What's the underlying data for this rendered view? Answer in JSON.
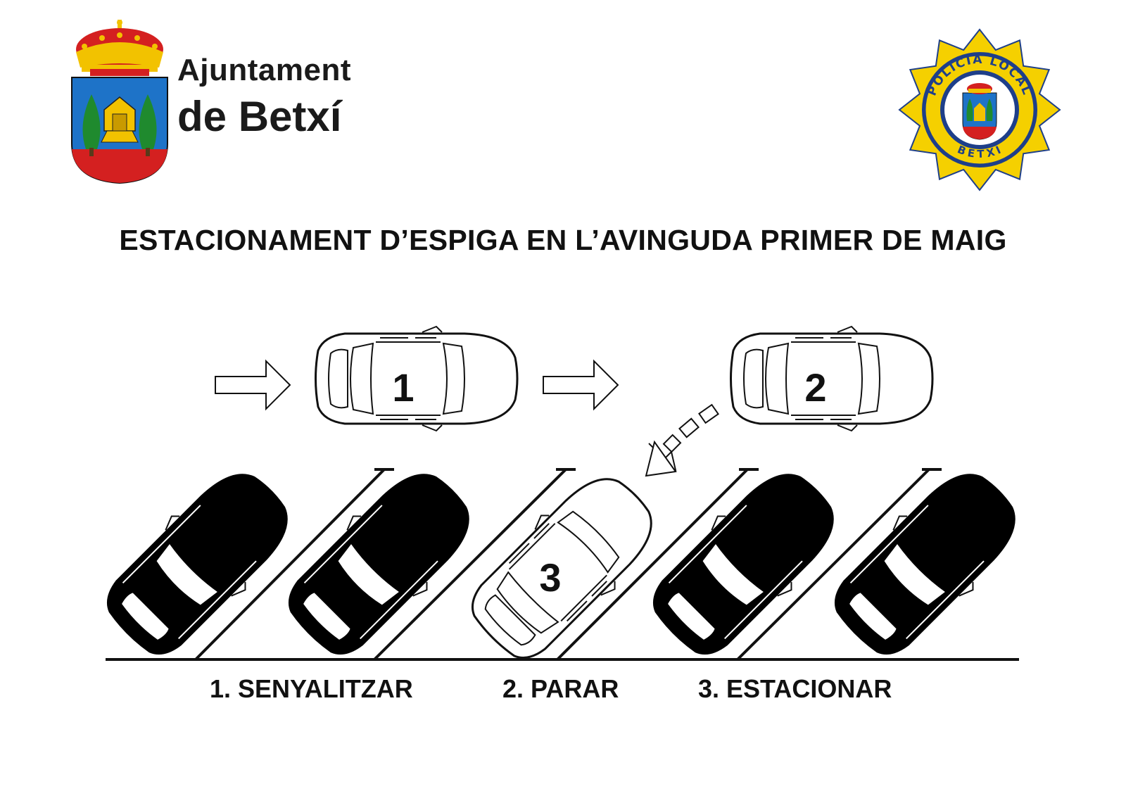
{
  "header": {
    "org_line1": "Ajuntament",
    "org_line2": "de Betxí",
    "badge_top_text": "POLICIA LOCAL",
    "badge_bottom_text": "BETXÍ"
  },
  "title": "ESTACIONAMENT D’ESPIGA EN L’AVINGUDA PRIMER DE MAIG",
  "diagram": {
    "car_labels": [
      "1",
      "2",
      "3"
    ]
  },
  "steps": [
    "1. SENYALITZAR",
    "2. PARAR",
    "3. ESTACIONAR"
  ],
  "colors": {
    "shield_blue": "#1e73c8",
    "shield_red": "#d42020",
    "crown_gold": "#f2c200",
    "badge_gold": "#f5d000",
    "tree_green": "#1f8a2e"
  },
  "icons": [
    "municipal-coat-of-arms-icon",
    "police-badge-icon",
    "arrow-right-icon",
    "dashed-arrow-icon",
    "car-icon"
  ]
}
